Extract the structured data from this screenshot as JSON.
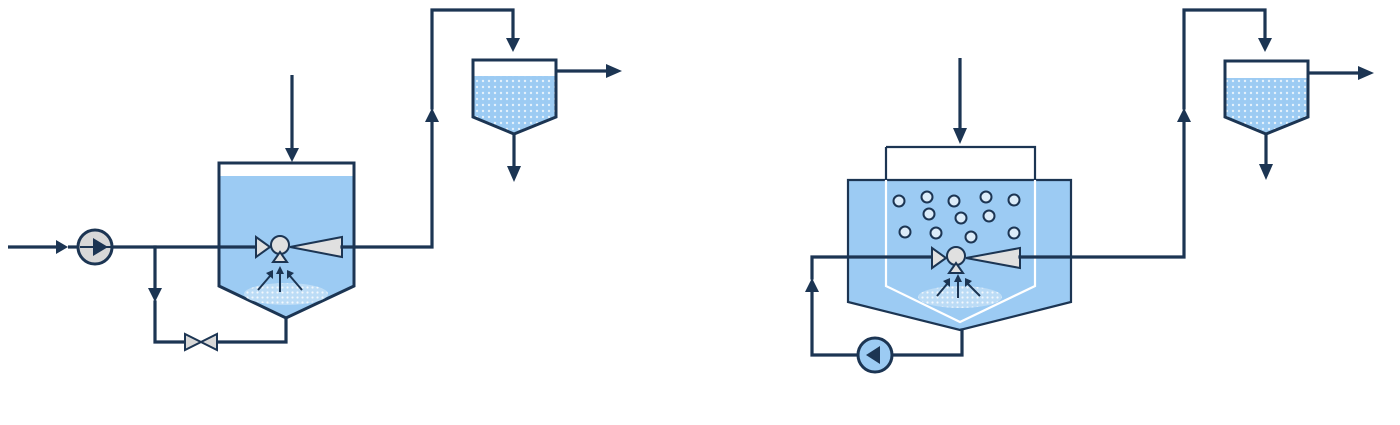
{
  "colors": {
    "line": "#1c3553",
    "water": "#9ccbf3",
    "water_light": "#cfe4f7",
    "bubble_fill": "#dcecf9",
    "component_fill": "#d8d8d8",
    "background": "#ffffff"
  },
  "diagram": {
    "left_system": {
      "components": [
        "feed-arrow",
        "feed-pump",
        "recirculation-bypass-line",
        "bypass-valve",
        "reactor-tank",
        "top-inlet-arrow",
        "ejector-nozzle",
        "air-diffuser",
        "riser-pipe",
        "clarifier-tank",
        "clarifier-overflow-outlet",
        "clarifier-underflow-outlet"
      ],
      "icons": [
        "pump-icon",
        "valve-icon",
        "ejector-icon",
        "diffuser-icon"
      ]
    },
    "right_system": {
      "components": [
        "top-inlet-arrow",
        "inner-draft-tube",
        "reactor-tank",
        "gas-bubbles",
        "ejector-nozzle",
        "air-diffuser",
        "recirculation-pump",
        "recirculation-loop",
        "riser-pipe",
        "clarifier-tank",
        "clarifier-overflow-outlet",
        "clarifier-underflow-outlet"
      ],
      "icons": [
        "pump-icon",
        "ejector-icon",
        "diffuser-icon",
        "bubble-icon"
      ]
    }
  }
}
